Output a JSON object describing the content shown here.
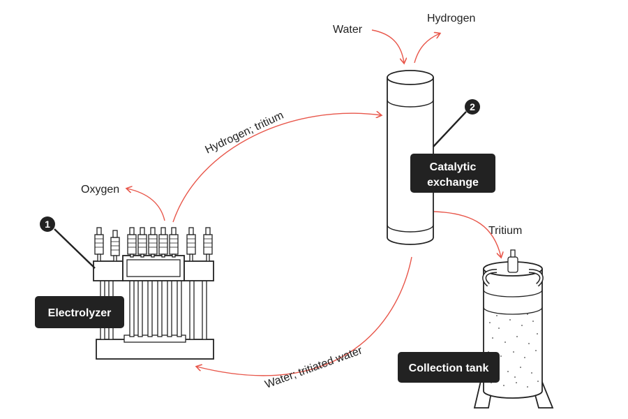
{
  "labels": {
    "water_in": "Water",
    "hydrogen_out": "Hydrogen",
    "oxygen_out": "Oxygen",
    "hydrogen_tritium": "Hydrogen; tritium",
    "water_tritiated": "Water; tritiated water",
    "tritium": "Tritium"
  },
  "components": {
    "electrolyzer": {
      "number": "1",
      "label": "Electrolyzer"
    },
    "catalytic": {
      "number": "2",
      "label_line1": "Catalytic",
      "label_line2": "exchange"
    },
    "tank": {
      "label": "Collection tank"
    }
  },
  "colors": {
    "arrow": "#e8564a",
    "ink": "#222222",
    "tag_bg": "#222222"
  }
}
